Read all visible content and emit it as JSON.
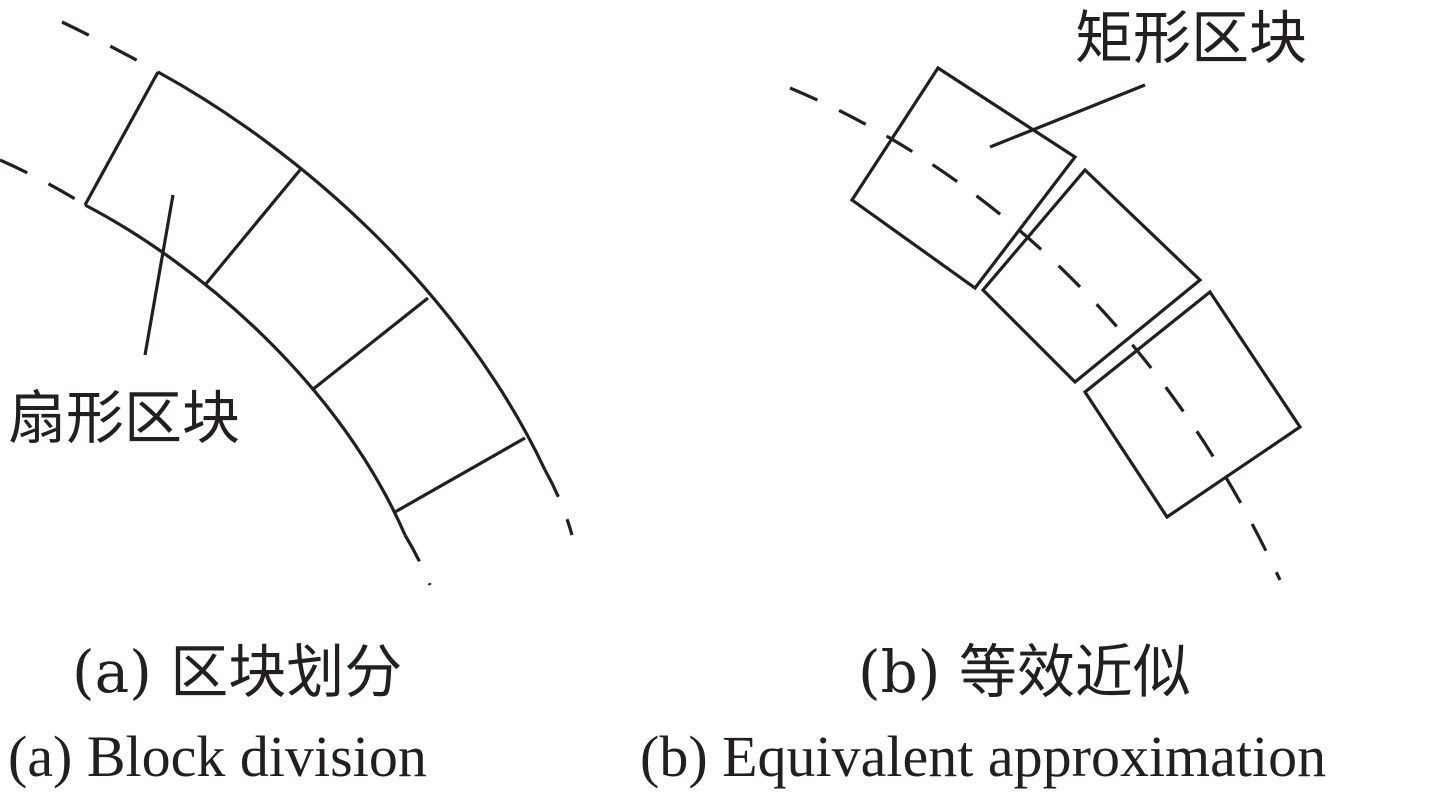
{
  "panel_a": {
    "callout_label": "扇形区块",
    "caption_zh": "(a) 区块划分",
    "caption_en": "(a) Block division"
  },
  "panel_b": {
    "callout_label": "矩形区块",
    "caption_zh": "(b) 等效近似",
    "caption_en": "(b) Equivalent approximation"
  },
  "colors": {
    "line": "#231f20",
    "background": "#ffffff"
  }
}
